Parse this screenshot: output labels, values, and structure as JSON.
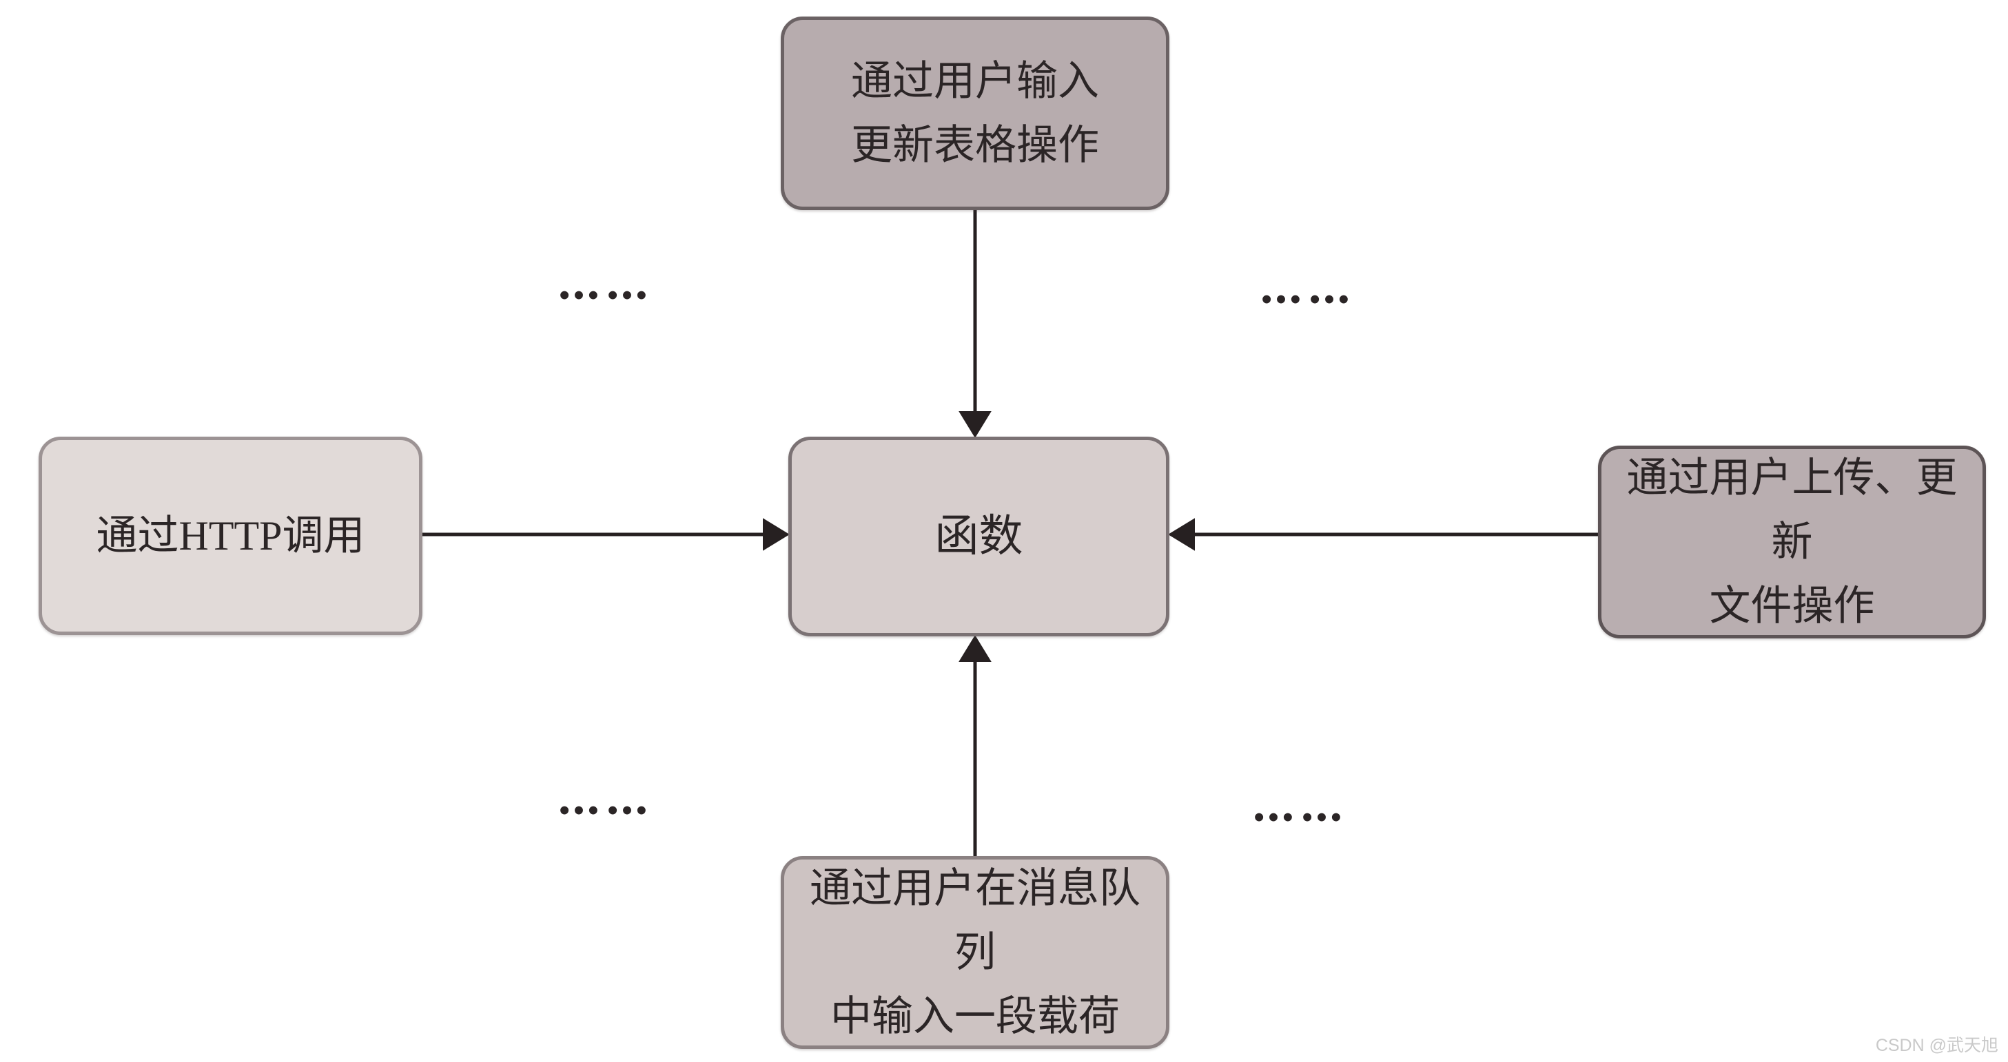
{
  "diagram": {
    "line_color": "#262021",
    "text_color": "#2b2526",
    "nodes": {
      "top": {
        "label": "通过用户输入\n更新表格操作",
        "fill": "#b7acae",
        "border": "#6b6264"
      },
      "left": {
        "label": "通过HTTP调用",
        "fill": "#e1dad8",
        "border": "#9c9394"
      },
      "center": {
        "label": "函数",
        "fill": "#d7cecd",
        "border": "#7b7274"
      },
      "right": {
        "label": "通过用户上传、更新\n文件操作",
        "fill": "#b9aeb0",
        "border": "#5d5456"
      },
      "bottom": {
        "label": "通过用户在消息队列\n中输入一段载荷",
        "fill": "#cdc3c2",
        "border": "#8b8182"
      }
    },
    "ellipses": {
      "top_left": "……",
      "top_right": "……",
      "bottom_left": "……",
      "bottom_right": "……"
    }
  },
  "watermark": {
    "text": "CSDN @武天旭",
    "color": "#c9c9c9"
  }
}
